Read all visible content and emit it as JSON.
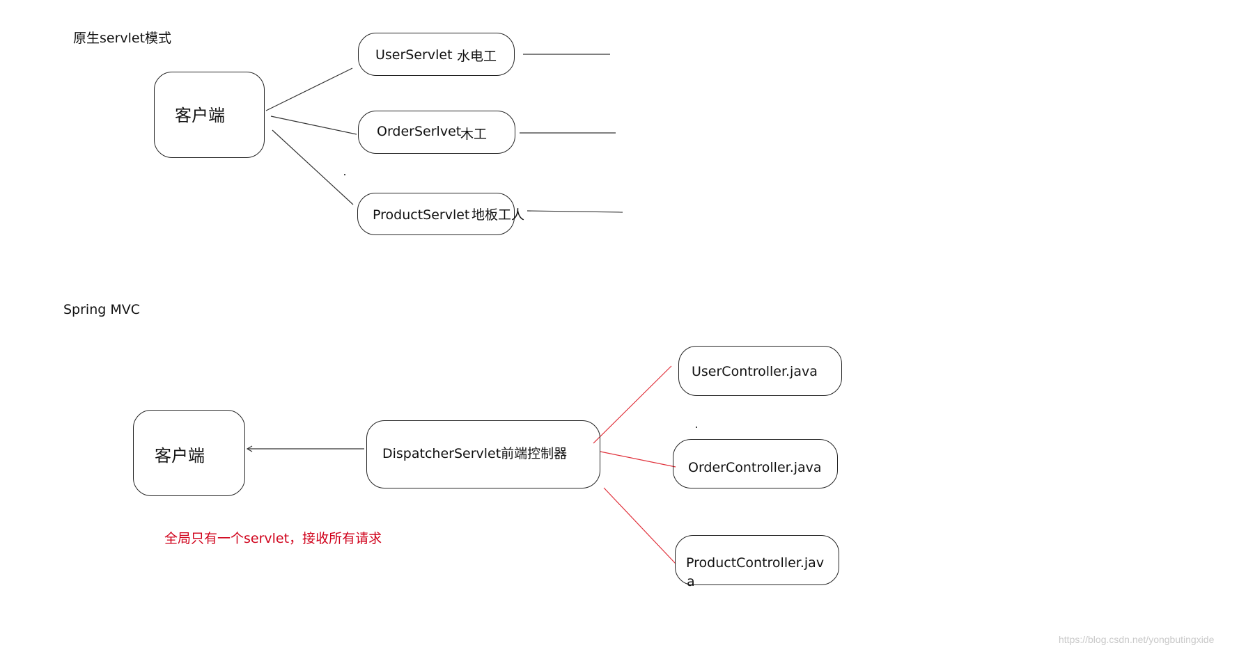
{
  "native": {
    "title": "原生servlet模式",
    "client": "客户端",
    "servlets": [
      {
        "name": "UserServlet",
        "role": "水电工"
      },
      {
        "name": "OrderSerlvet",
        "role": "木工"
      },
      {
        "name": "ProductServlet",
        "role": "地板工人"
      }
    ]
  },
  "mvc": {
    "title": "Spring MVC",
    "client": "客户端",
    "dispatcher": "DispatcherServlet前端控制器",
    "controllers": [
      {
        "line1": "UserController.java",
        "line2": ""
      },
      {
        "line1": "OrderController.java",
        "line2": ""
      },
      {
        "line1": "ProductController.jav",
        "line2": "a"
      }
    ],
    "note": "全局只有一个servlet，接收所有请求",
    "note_color": "#d0021b",
    "connector_color": "#e0303a"
  },
  "watermark": "https://blog.csdn.net/yongbutingxide"
}
